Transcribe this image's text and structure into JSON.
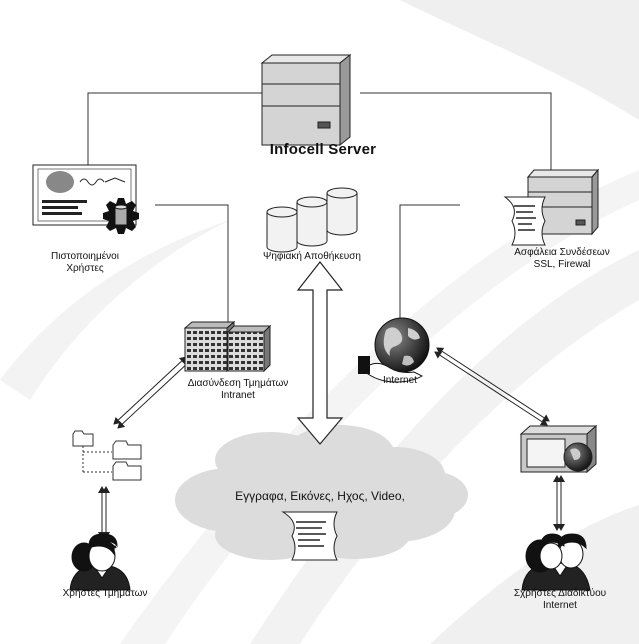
{
  "server": {
    "label": "Infocell Server",
    "icon": "server-tower-icon"
  },
  "nodes": {
    "certified_users": {
      "line1": "Πιστοποιημένοι",
      "line2": "Χρήστες",
      "icon": "certificate-gear-icon"
    },
    "digital_storage": {
      "label": "Ψηφιακή Αποθήκευση",
      "icon": "storage-cylinders-icon"
    },
    "security": {
      "line1": "Ασφάλεια Συνδέσεων",
      "line2": "SSL, Firewal",
      "icon": "secure-server-icon"
    },
    "intranet": {
      "line1": "Διασύνδεση Τμημάτων",
      "line2": "Intranet",
      "icon": "office-buildings-icon"
    },
    "internet": {
      "label": "Internet",
      "icon": "globe-hand-icon"
    },
    "department_users": {
      "label": "Χρήστες Τμημάτων",
      "icon": "users-group-icon"
    },
    "internet_users": {
      "line1": "Σχρήστες Διαδικτύου",
      "line2": "Internet",
      "icon": "users-group-icon"
    },
    "folders": {
      "icon": "folder-tree-icon"
    },
    "web_computer": {
      "icon": "computer-globe-icon"
    }
  },
  "cloud": {
    "text": "Εγγραφα, Εικόνες, Ηχος, Video,",
    "icon": "document-scroll-icon"
  },
  "colors": {
    "line": "#333333",
    "cloud": "#dcdcdc",
    "swoosh": "#efefef",
    "gray_panel": "#c8c8c8"
  }
}
